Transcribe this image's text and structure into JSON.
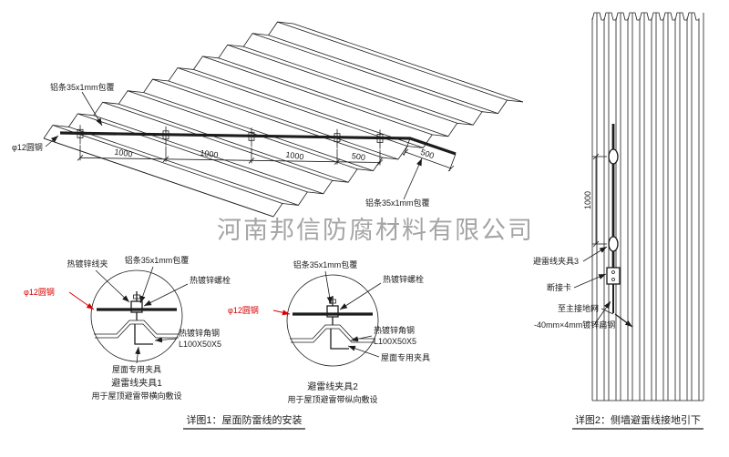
{
  "watermark": {
    "text": "河南邦信防腐材料有限公司"
  },
  "main_view": {
    "label_strip_top": "铝条35x1mm包覆",
    "label_strip_right": "铝条35x1mm包覆",
    "label_round_steel": "φ12圆钢",
    "dims": {
      "d1": "1000",
      "d2": "1000",
      "d3": "1000",
      "d4": "500",
      "d5": "500"
    },
    "caption": "详图1：屋面防雷线的安装"
  },
  "detail1": {
    "label_wire_clip": "热镀锌线夹",
    "label_strip": "铝条35x1mm包覆",
    "label_bolt": "热镀锌螺栓",
    "label_round_steel": "φ12圆钢",
    "label_angle_steel": "热镀锌角钢",
    "label_angle_size": "L100X50X5",
    "label_roof_clamp": "屋面专用夹具",
    "title": "避雷线夹具1",
    "subtitle": "用于屋顶避雷带横向敷设"
  },
  "detail2": {
    "label_strip": "铝条35x1mm包覆",
    "label_bolt": "热镀锌螺栓",
    "label_round_steel": "φ12圆钢",
    "label_angle_steel": "热镀锌角钢",
    "label_angle_size": "L100X50X5",
    "label_roof_clamp": "屋面专用夹具",
    "title": "避雷线夹具2",
    "subtitle": "用于屋顶避雷带纵向敷设"
  },
  "wall_view": {
    "dim_height": "1000",
    "label_clamp": "避雷线夹具3",
    "label_disconnect": "断接卡",
    "label_to_ground": "至主接地网",
    "label_flat_steel": "-40mm×4mm镀锌扁钢",
    "caption": "详图2：侧墙避雷线接地引下"
  },
  "colors": {
    "line": "#1c1c1c",
    "red": "#d80000",
    "watermark": "#8f8f8f",
    "background": "#ffffff"
  }
}
